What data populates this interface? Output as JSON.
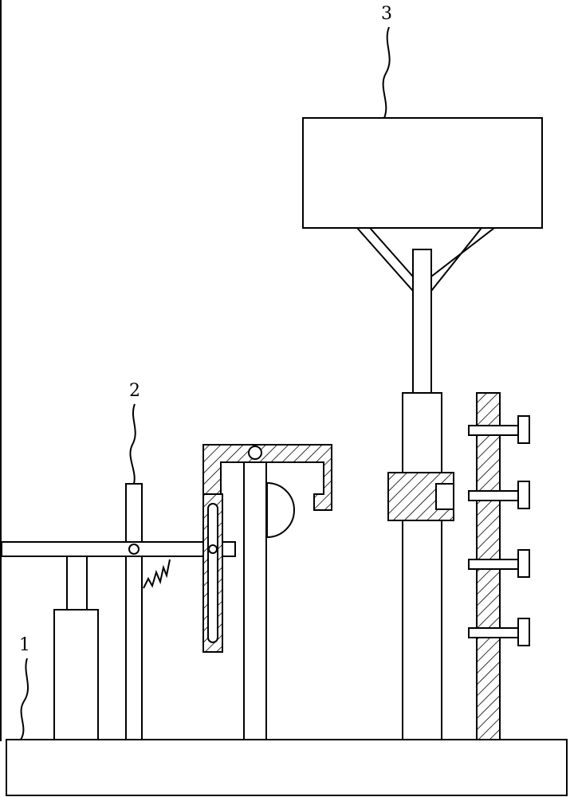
{
  "labels": {
    "base": "1",
    "mechanism": "2",
    "top_box": "3"
  }
}
